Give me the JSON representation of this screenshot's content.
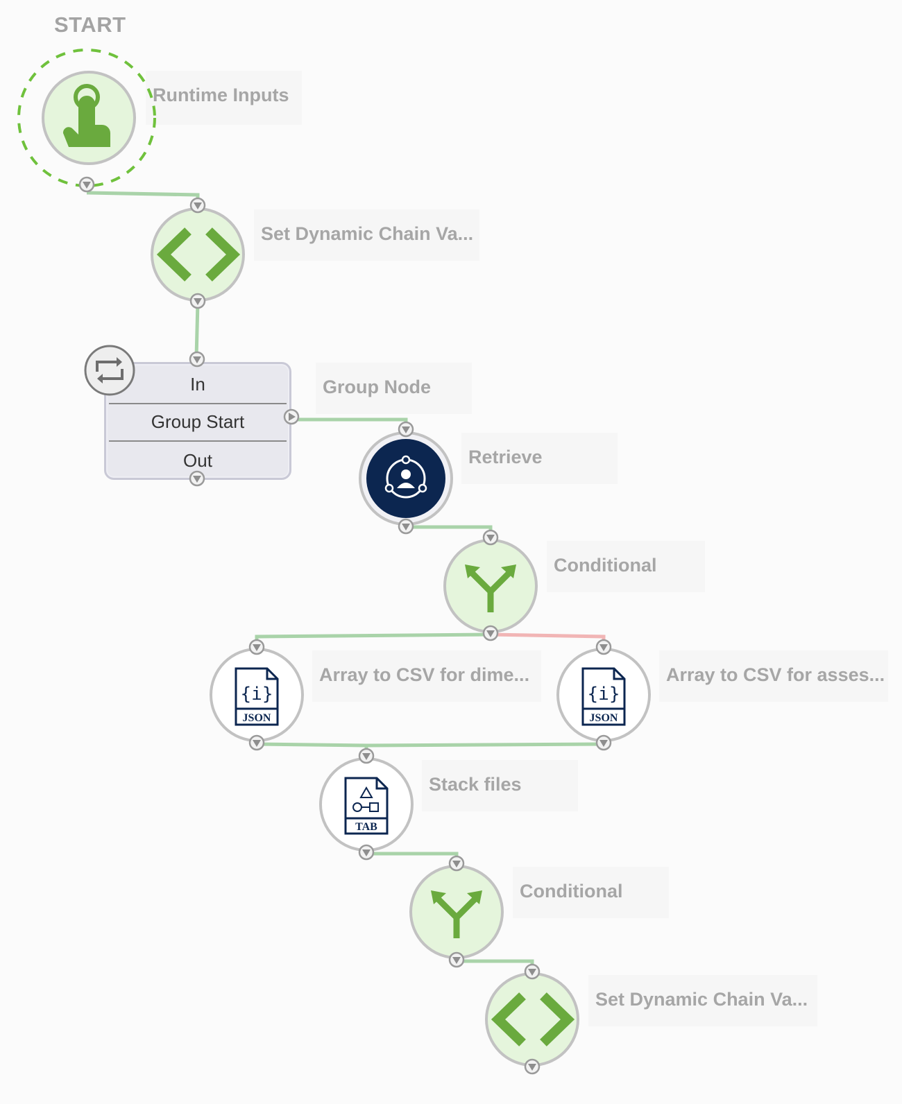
{
  "start_label": "START",
  "colors": {
    "edge_true": "#9fcf9f",
    "edge_false": "#f1aaaa",
    "node_fill": "#e5f5dc",
    "node_ring": "#bdbdbd",
    "icon_green": "#6aaa3e",
    "dark_node": "#0c2650",
    "label_grey": "#a6a6a6"
  },
  "nodes": {
    "runtime_inputs": {
      "label": "Runtime Inputs",
      "icon": "hand-pointer-icon"
    },
    "set_dynamic_1": {
      "label": "Set Dynamic Chain Va...",
      "icon": "code-brackets-icon"
    },
    "group": {
      "label": "Group Node",
      "in": "In",
      "title": "Group Start",
      "out": "Out",
      "icon": "loop-icon"
    },
    "retrieve": {
      "label": "Retrieve",
      "icon": "network-user-icon"
    },
    "conditional_1": {
      "label": "Conditional",
      "icon": "split-arrows-icon"
    },
    "array_csv_dim": {
      "label": "Array to CSV for dime...",
      "icon": "json-file-icon",
      "badge": "JSON"
    },
    "array_csv_asses": {
      "label": "Array to CSV for asses...",
      "icon": "json-file-icon",
      "badge": "JSON"
    },
    "stack_files": {
      "label": "Stack files",
      "icon": "tab-file-icon",
      "badge": "TAB"
    },
    "conditional_2": {
      "label": "Conditional",
      "icon": "split-arrows-icon"
    },
    "set_dynamic_2": {
      "label": "Set Dynamic Chain Va...",
      "icon": "code-brackets-icon"
    }
  },
  "json_glyph": "{i}"
}
